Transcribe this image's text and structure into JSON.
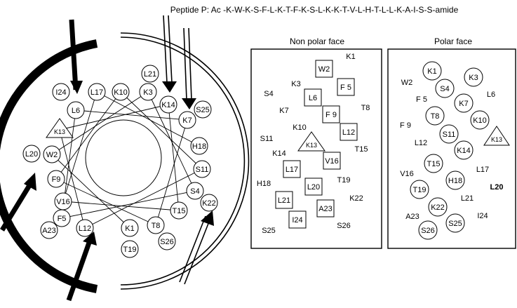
{
  "title": "Peptide P: Ac  -K-W-K-S-F-L-K-T-F-K-S-L-K-K-T-V-L-H-T-L-L-K-A-I-S-S-amide",
  "nonpolar_title": "Non polar face",
  "polar_title": "Polar face",
  "colors": {
    "stroke": "#000000",
    "background": "#ffffff"
  },
  "wheel": {
    "outer_ring": [
      "L21",
      "K3",
      "K14",
      "K7",
      "S25",
      "H18",
      "S11",
      "S4",
      "K22",
      "T15",
      "T8",
      "S26",
      "T19",
      "K1",
      "L12",
      "A23",
      "F5",
      "V16",
      "F9",
      "L20",
      "W2",
      "K13",
      "L6",
      "I24",
      "L17",
      "K10"
    ],
    "inner_ring": [
      "K1",
      "L12",
      "A23",
      "F5",
      "V16",
      "F9",
      "L20",
      "W2",
      "K13",
      "L6",
      "I24",
      "L17",
      "K10",
      "L21",
      "K3",
      "K14",
      "K7",
      "S25",
      "H18",
      "S11",
      "S4",
      "K22",
      "T15",
      "T8",
      "S26",
      "T19"
    ]
  },
  "nonpolar_face": {
    "boxed": [
      "W2",
      "L6",
      "F 5",
      "F 9",
      "L12",
      "K13",
      "V16",
      "L17",
      "L20",
      "L21",
      "A23",
      "I24"
    ],
    "plain": [
      "K1",
      "K3",
      "S4",
      "K7",
      "T8",
      "K10",
      "S11",
      "K14",
      "T15",
      "H18",
      "T19",
      "K22",
      "S25",
      "S26"
    ]
  },
  "polar_face": {
    "circled": [
      "K1",
      "K3",
      "S4",
      "K7",
      "T8",
      "K10",
      "S11",
      "K13",
      "K14",
      "T15",
      "H18",
      "T19",
      "K22",
      "S25",
      "S26"
    ],
    "plain": [
      "W2",
      "L6",
      "F 5",
      "F 9",
      "L12",
      "V16",
      "L17",
      "L20",
      "L21",
      "A23",
      "I24"
    ]
  }
}
